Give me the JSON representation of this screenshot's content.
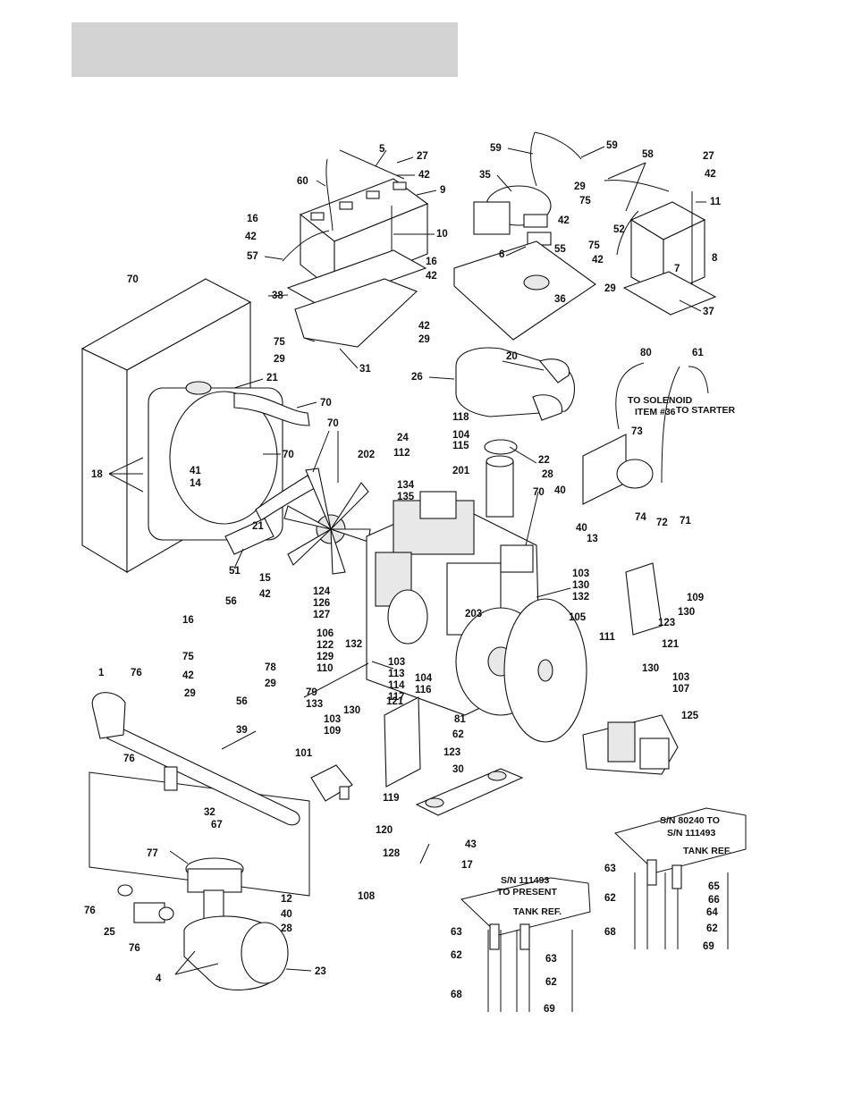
{
  "header": {
    "title": ""
  },
  "notes": {
    "solenoid": [
      "TO SOLENOID",
      "ITEM #36"
    ],
    "starter": "TO STARTER",
    "sn_right": [
      "S/N 80240 TO",
      "S/N 111493",
      "TANK REF."
    ],
    "sn_left": [
      "S/N 111493",
      "TO PRESENT",
      "TANK REF."
    ]
  },
  "callouts": {
    "c5": "5",
    "c27a": "27",
    "c42a": "42",
    "c60": "60",
    "c9": "9",
    "c16a": "16",
    "c10": "10",
    "c42b": "42",
    "c57": "57",
    "c59a": "59",
    "c59b": "59",
    "c58": "58",
    "c27b": "27",
    "c42c": "42",
    "c35": "35",
    "c29a": "29",
    "c75a": "75",
    "c11": "11",
    "c42d": "42",
    "c52": "52",
    "c55": "55",
    "c75b": "75",
    "c42e": "42",
    "c6": "6",
    "c7": "7",
    "c8": "8",
    "c29b": "29",
    "c36": "36",
    "c37": "37",
    "c70a": "70",
    "c38": "38",
    "c16b": "16",
    "c42f": "42",
    "c42g": "42",
    "c29c": "29",
    "c75c": "75",
    "c29d": "29",
    "c31": "31",
    "c20": "20",
    "c80": "80",
    "c61": "61",
    "c26": "26",
    "c21a": "21",
    "c70b": "70",
    "c70c": "70",
    "c118": "118",
    "c104a": "104",
    "c115": "115",
    "c24": "24",
    "c112": "112",
    "c22": "22",
    "c73": "73",
    "c70d": "70",
    "c202": "202",
    "c201": "201",
    "c28a": "28",
    "c40a": "40",
    "c70e": "70",
    "c18": "18",
    "c41": "41",
    "c14": "14",
    "c134": "134",
    "c135": "135",
    "c74": "74",
    "c72": "72",
    "c71": "71",
    "c21b": "21",
    "c51": "51",
    "c40b": "40",
    "c13": "13",
    "c15": "15",
    "c42h": "42",
    "c103a": "103",
    "c130a": "130",
    "c132a": "132",
    "c109a": "109",
    "c130b": "130",
    "c124": "124",
    "c126": "126",
    "c127": "127",
    "c56a": "56",
    "c203": "203",
    "c105": "105",
    "c123a": "123",
    "c16c": "16",
    "c106": "106",
    "c122": "122",
    "c129": "129",
    "c110": "110",
    "c132b": "132",
    "c121a": "121",
    "c111": "111",
    "c75d": "75",
    "c42i": "42",
    "c29e": "29",
    "c78": "78",
    "c29f": "29",
    "c56b": "56",
    "c103b": "103",
    "c113": "113",
    "c114": "114",
    "c117": "117",
    "c104b": "104",
    "c116": "116",
    "c130c": "130",
    "c103c": "103",
    "c107": "107",
    "c1": "1",
    "c76a": "76",
    "c79": "79",
    "c133": "133",
    "c121b": "121",
    "c130d": "130",
    "c103d": "103",
    "c109b": "109",
    "c81": "81",
    "c62a": "62",
    "c125": "125",
    "c76b": "76",
    "c39": "39",
    "c123b": "123",
    "c101": "101",
    "c30": "30",
    "c32": "32",
    "c67": "67",
    "c119": "119",
    "c120": "120",
    "c43": "43",
    "c128": "128",
    "c17": "17",
    "c77": "77",
    "c63a": "63",
    "c65": "65",
    "c66": "66",
    "c62b": "62",
    "c64": "64",
    "c76c": "76",
    "c12": "12",
    "c40c": "40",
    "c28b": "28",
    "c108": "108",
    "c25": "25",
    "c76d": "76",
    "c62c": "62",
    "c68a": "68",
    "c69a": "69",
    "c63b": "63",
    "c63c": "63",
    "c62d": "62",
    "c62e": "62",
    "c4": "4",
    "c23": "23",
    "c68b": "68",
    "c69b": "69"
  }
}
